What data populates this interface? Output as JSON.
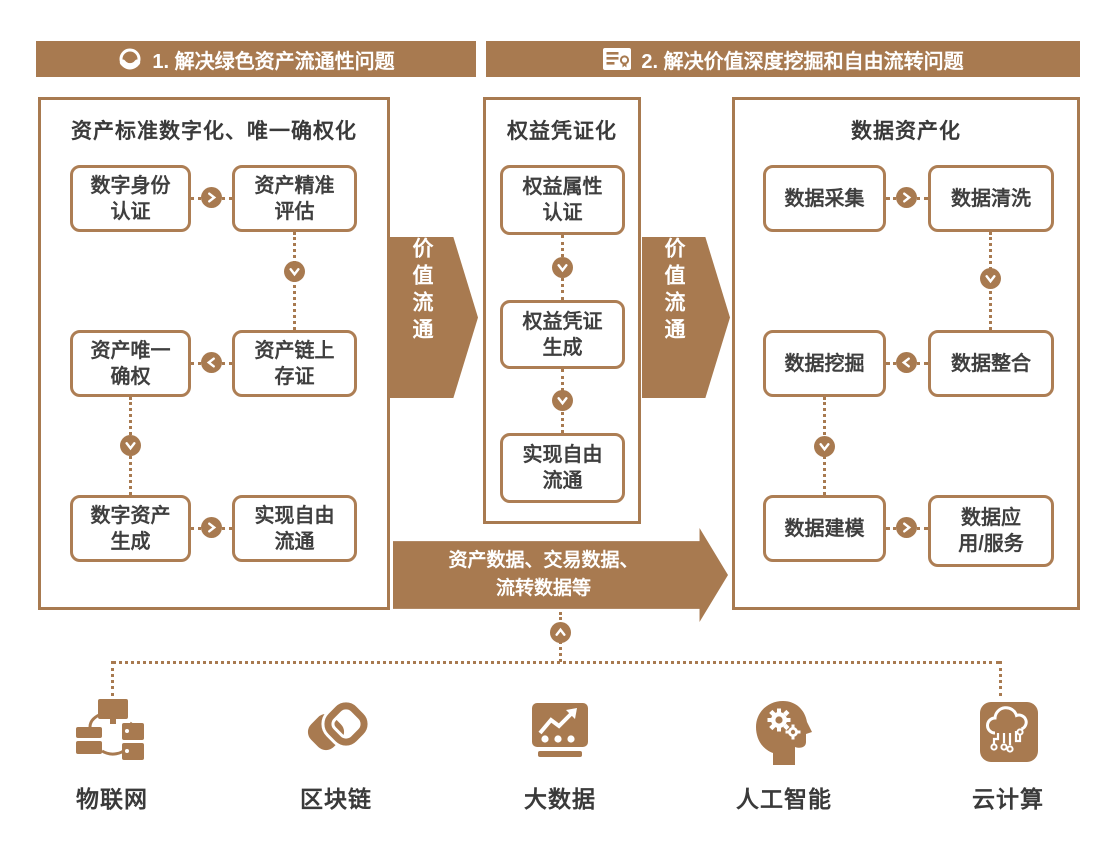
{
  "headers": [
    {
      "label": "1. 解决绿色资产流通性问题",
      "icon": "coin-ring-icon"
    },
    {
      "label": "2. 解决价值深度挖掘和自由流转问题",
      "icon": "certificate-icon"
    }
  ],
  "columns": [
    {
      "title": "资产标准数字化、唯一确权化",
      "boxes": [
        "数字身份\n认证",
        "资产精准\n评估",
        "资产唯一\n确权",
        "资产链上\n存证",
        "数字资产\n生成",
        "实现自由\n流通"
      ]
    },
    {
      "title": "权益凭证化",
      "boxes": [
        "权益属性\n认证",
        "权益凭证\n生成",
        "实现自由\n流通"
      ]
    },
    {
      "title": "数据资产化",
      "boxes": [
        "数据采集",
        "数据清洗",
        "数据挖掘",
        "数据整合",
        "数据建模",
        "数据应\n用/服务"
      ]
    }
  ],
  "flows": [
    {
      "label": "价值流通"
    },
    {
      "label": "价值流通"
    }
  ],
  "data_arrow": {
    "line1": "资产数据、交易数据、",
    "line2": "流转数据等"
  },
  "technologies": [
    {
      "label": "物联网",
      "icon": "iot-icon"
    },
    {
      "label": "区块链",
      "icon": "blockchain-icon"
    },
    {
      "label": "大数据",
      "icon": "bigdata-icon"
    },
    {
      "label": "人工智能",
      "icon": "ai-icon"
    },
    {
      "label": "云计算",
      "icon": "cloud-icon"
    }
  ],
  "colors": {
    "brown": "#a87a50",
    "box_border": "#ad7e54",
    "dark_text": "#3a3a3a",
    "white": "#ffffff"
  }
}
